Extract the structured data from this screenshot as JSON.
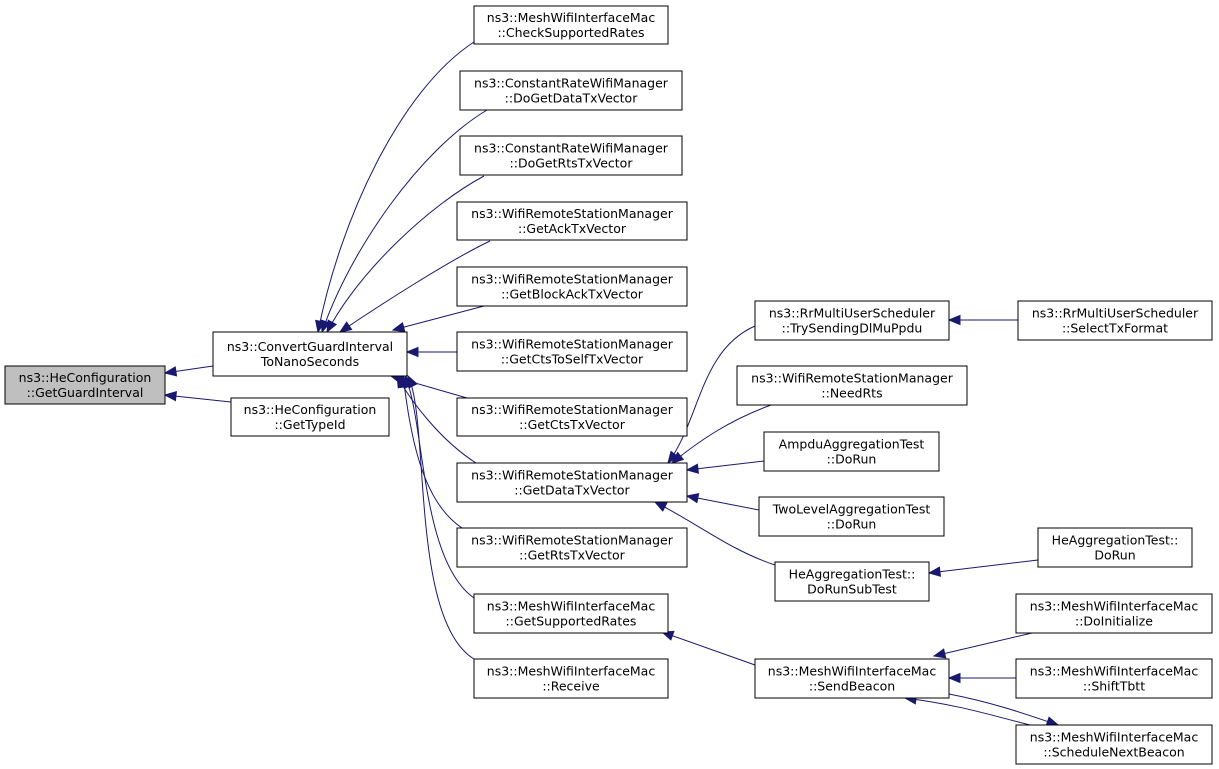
{
  "colors": {
    "edge": "#191970",
    "node_border": "#000000",
    "root_fill": "#bfbfbf",
    "node_fill": "#ffffff"
  },
  "nodes": {
    "getguardinterval": {
      "lines": [
        "ns3::HeConfiguration",
        "::GetGuardInterval"
      ],
      "root": true
    },
    "convertguardinterval": {
      "lines": [
        "ns3::ConvertGuardInterval",
        "ToNanoSeconds"
      ]
    },
    "gettypeid": {
      "lines": [
        "ns3::HeConfiguration",
        "::GetTypeId"
      ]
    },
    "checksupportedrates": {
      "lines": [
        "ns3::MeshWifiInterfaceMac",
        "::CheckSupportedRates"
      ]
    },
    "crwm_getdatatxvector": {
      "lines": [
        "ns3::ConstantRateWifiManager",
        "::DoGetDataTxVector"
      ]
    },
    "crwm_getrtstxvector": {
      "lines": [
        "ns3::ConstantRateWifiManager",
        "::DoGetRtsTxVector"
      ]
    },
    "wrsm_getacktxvector": {
      "lines": [
        "ns3::WifiRemoteStationManager",
        "::GetAckTxVector"
      ]
    },
    "wrsm_getblockacktxvector": {
      "lines": [
        "ns3::WifiRemoteStationManager",
        "::GetBlockAckTxVector"
      ]
    },
    "wrsm_getctstoselftxvector": {
      "lines": [
        "ns3::WifiRemoteStationManager",
        "::GetCtsToSelfTxVector"
      ]
    },
    "wrsm_getctstxvector": {
      "lines": [
        "ns3::WifiRemoteStationManager",
        "::GetCtsTxVector"
      ]
    },
    "wrsm_getdatatxvector": {
      "lines": [
        "ns3::WifiRemoteStationManager",
        "::GetDataTxVector"
      ]
    },
    "wrsm_getrtstxvector": {
      "lines": [
        "ns3::WifiRemoteStationManager",
        "::GetRtsTxVector"
      ]
    },
    "mesh_getsupportedrates": {
      "lines": [
        "ns3::MeshWifiInterfaceMac",
        "::GetSupportedRates"
      ]
    },
    "mesh_receive": {
      "lines": [
        "ns3::MeshWifiInterfaceMac",
        "::Receive"
      ]
    },
    "rr_trysendingdlmuppdu": {
      "lines": [
        "ns3::RrMultiUserScheduler",
        "::TrySendingDlMuPpdu"
      ]
    },
    "wrsm_needrts": {
      "lines": [
        "ns3::WifiRemoteStationManager",
        "::NeedRts"
      ]
    },
    "ampdu_dorun": {
      "lines": [
        "AmpduAggregationTest",
        "::DoRun"
      ]
    },
    "twolevel_dorun": {
      "lines": [
        "TwoLevelAggregationTest",
        "::DoRun"
      ]
    },
    "he_dorunsubtest": {
      "lines": [
        "HeAggregationTest::",
        "DoRunSubTest"
      ]
    },
    "mesh_sendbeacon": {
      "lines": [
        "ns3::MeshWifiInterfaceMac",
        "::SendBeacon"
      ]
    },
    "rr_selecttxformat": {
      "lines": [
        "ns3::RrMultiUserScheduler",
        "::SelectTxFormat"
      ]
    },
    "he_dorun": {
      "lines": [
        "HeAggregationTest::",
        "DoRun"
      ]
    },
    "mesh_doinitialize": {
      "lines": [
        "ns3::MeshWifiInterfaceMac",
        "::DoInitialize"
      ]
    },
    "mesh_shifttbtt": {
      "lines": [
        "ns3::MeshWifiInterfaceMac",
        "::ShiftTbtt"
      ]
    },
    "mesh_schedulenextbeacon": {
      "lines": [
        "ns3::MeshWifiInterfaceMac",
        "::ScheduleNextBeacon"
      ]
    }
  },
  "edges": [
    {
      "from": "convertguardinterval",
      "to": "getguardinterval"
    },
    {
      "from": "gettypeid",
      "to": "getguardinterval"
    },
    {
      "from": "checksupportedrates",
      "to": "convertguardinterval"
    },
    {
      "from": "crwm_getdatatxvector",
      "to": "convertguardinterval"
    },
    {
      "from": "crwm_getrtstxvector",
      "to": "convertguardinterval"
    },
    {
      "from": "wrsm_getacktxvector",
      "to": "convertguardinterval"
    },
    {
      "from": "wrsm_getblockacktxvector",
      "to": "convertguardinterval"
    },
    {
      "from": "wrsm_getctstoselftxvector",
      "to": "convertguardinterval"
    },
    {
      "from": "wrsm_getctstxvector",
      "to": "convertguardinterval"
    },
    {
      "from": "wrsm_getdatatxvector",
      "to": "convertguardinterval"
    },
    {
      "from": "wrsm_getrtstxvector",
      "to": "convertguardinterval"
    },
    {
      "from": "mesh_getsupportedrates",
      "to": "convertguardinterval"
    },
    {
      "from": "mesh_receive",
      "to": "convertguardinterval"
    },
    {
      "from": "rr_trysendingdlmuppdu",
      "to": "wrsm_getdatatxvector"
    },
    {
      "from": "wrsm_needrts",
      "to": "wrsm_getdatatxvector"
    },
    {
      "from": "ampdu_dorun",
      "to": "wrsm_getdatatxvector"
    },
    {
      "from": "twolevel_dorun",
      "to": "wrsm_getdatatxvector"
    },
    {
      "from": "he_dorunsubtest",
      "to": "wrsm_getdatatxvector"
    },
    {
      "from": "rr_selecttxformat",
      "to": "rr_trysendingdlmuppdu"
    },
    {
      "from": "he_dorun",
      "to": "he_dorunsubtest"
    },
    {
      "from": "mesh_sendbeacon",
      "to": "mesh_getsupportedrates"
    },
    {
      "from": "mesh_doinitialize",
      "to": "mesh_sendbeacon"
    },
    {
      "from": "mesh_shifttbtt",
      "to": "mesh_sendbeacon"
    },
    {
      "from": "mesh_schedulenextbeacon",
      "to": "mesh_sendbeacon"
    },
    {
      "from": "mesh_sendbeacon",
      "to": "mesh_schedulenextbeacon"
    }
  ]
}
